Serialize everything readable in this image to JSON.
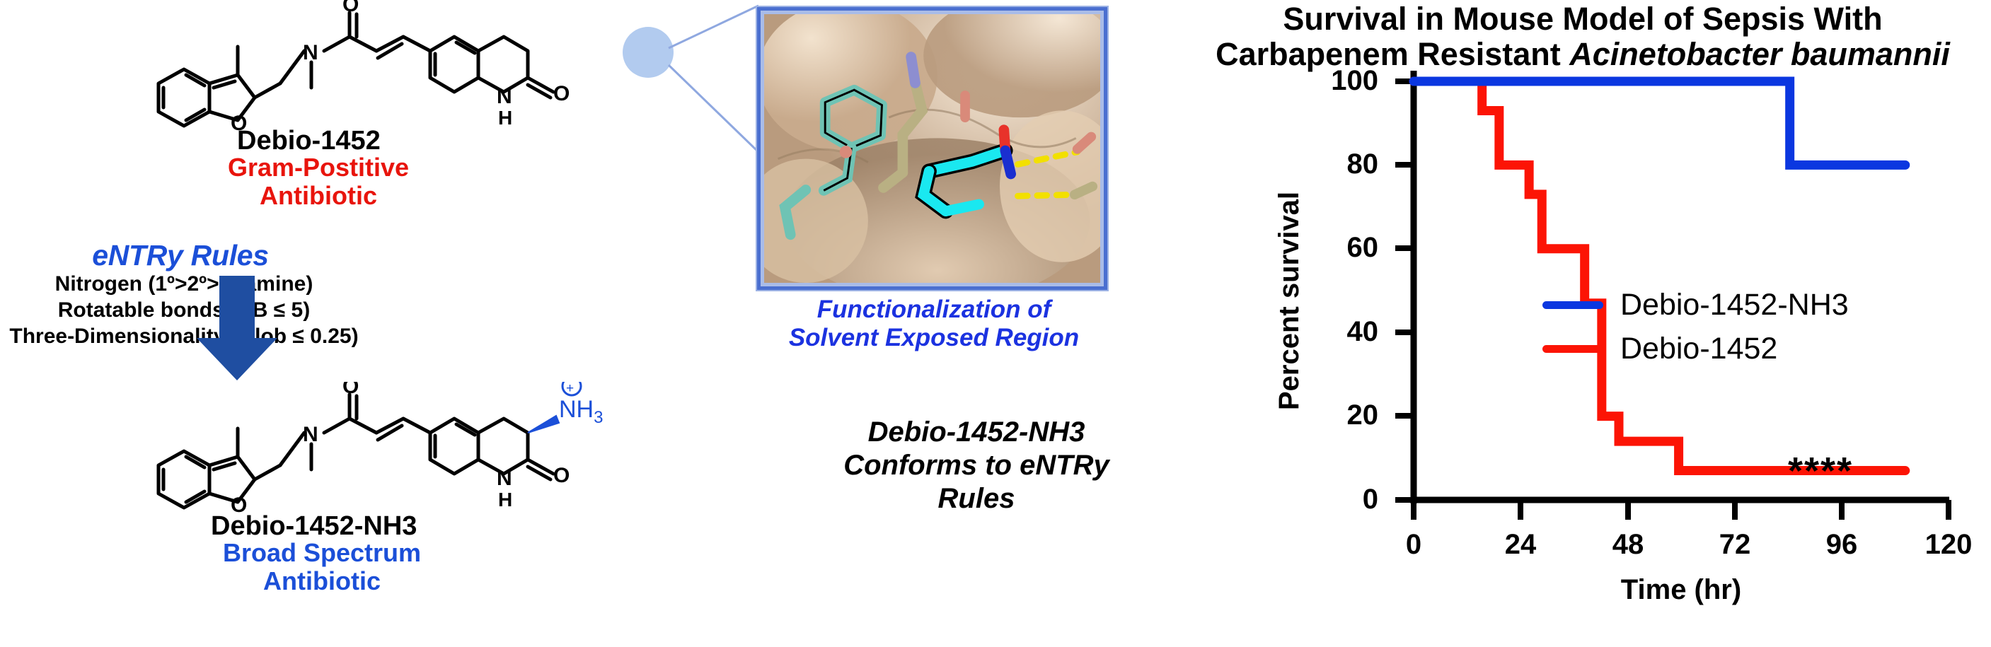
{
  "figure": {
    "left_panel": {
      "top_molecule": {
        "name": "Debio-1452",
        "subtitle_line1": "Gram-Postitive",
        "subtitle_line2": "Antibiotic",
        "subtitle_color": "#e8140c",
        "atom_labels": [
          "O",
          "N",
          "N",
          "O",
          "H",
          "N"
        ]
      },
      "bottom_molecule": {
        "name": "Debio-1452-NH3",
        "subtitle_line1": "Broad Spectrum",
        "subtitle_line2": "Antibiotic",
        "subtitle_color": "#1b4fd8",
        "atom_labels": [
          "O",
          "N",
          "N",
          "O",
          "H",
          "N",
          "NH3"
        ],
        "charge_symbol": "+",
        "amine_group": "NH",
        "amine_subscript": "3"
      },
      "entry_rules": {
        "title": "eNTRy Rules",
        "title_color": "#1b4fd8",
        "rules": [
          "Nitrogen (1º>2º>3º amine)",
          "Rotatable bonds (RB ≤ 5)",
          "Three-Dimensionality (Glob ≤ 0.25)"
        ]
      },
      "arrow": {
        "direction": "down",
        "color": "#1f4ea1"
      },
      "inset": {
        "caption_line1": "Functionalization of",
        "caption_line2": "Solvent Exposed Region",
        "caption_color": "#1b32e0",
        "border_color": "#4a6fd0",
        "description": "protein binding pocket surface with ligand sticks"
      },
      "conforms_note_line1": "Debio-1452-NH3",
      "conforms_note_line2": "Conforms to eNTRy Rules"
    },
    "significance_marker": "****"
  },
  "chart_data": {
    "type": "line",
    "title": "Survival in Mouse Model of Sepsis With Carbapenem Resistant Acinetobacter baumannii",
    "title_line1": "Survival in Mouse Model of Sepsis With",
    "title_line2_plain": "Carbapenem Resistant ",
    "title_line2_italic": "Acinetobacter baumannii",
    "xlabel": "Time (hr)",
    "ylabel": "Percent survival",
    "xlim": [
      0,
      120
    ],
    "ylim": [
      0,
      100
    ],
    "xticks": [
      0,
      24,
      48,
      72,
      96,
      120
    ],
    "yticks": [
      0,
      20,
      40,
      60,
      80,
      100
    ],
    "grid": false,
    "legend_position": "center-right",
    "step_style": "post",
    "series": [
      {
        "name": "Debio-1452-NH3",
        "color": "#0b37e0",
        "x": [
          0,
          88,
          88,
          115
        ],
        "y": [
          100,
          100,
          80,
          80
        ],
        "steps": [
          {
            "t": 0,
            "pct": 100
          },
          {
            "t": 88,
            "pct": 80
          },
          {
            "t": 115,
            "pct": 80
          }
        ]
      },
      {
        "name": "Debio-1452",
        "color": "#fc1405",
        "x": [
          0,
          16,
          16,
          20,
          20,
          27,
          27,
          30,
          30,
          40,
          40,
          44,
          44,
          48,
          48,
          62,
          62,
          115
        ],
        "y": [
          100,
          100,
          93,
          93,
          80,
          80,
          73,
          73,
          60,
          60,
          47,
          47,
          20,
          20,
          14,
          14,
          7,
          7
        ],
        "steps": [
          {
            "t": 0,
            "pct": 100
          },
          {
            "t": 16,
            "pct": 93
          },
          {
            "t": 20,
            "pct": 80
          },
          {
            "t": 27,
            "pct": 73
          },
          {
            "t": 30,
            "pct": 60
          },
          {
            "t": 40,
            "pct": 47
          },
          {
            "t": 44,
            "pct": 20
          },
          {
            "t": 48,
            "pct": 14
          },
          {
            "t": 62,
            "pct": 7
          },
          {
            "t": 115,
            "pct": 7
          }
        ]
      }
    ],
    "annotations": [
      {
        "text": "****",
        "x": 108,
        "y": 12,
        "meaning": "significance"
      }
    ]
  }
}
